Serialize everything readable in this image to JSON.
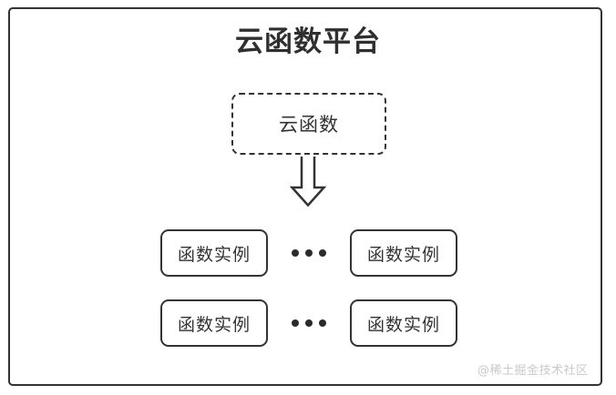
{
  "diagram": {
    "title": "云函数平台",
    "frame": {
      "border_color": "#333333",
      "background": "#ffffff"
    },
    "cloud_function": {
      "label": "云函数",
      "border_style": "dashed",
      "border_color": "#333333"
    },
    "arrow": {
      "direction": "down",
      "style": "hollow-block",
      "color": "#333333"
    },
    "instance_rows": [
      {
        "left_label": "函数实例",
        "ellipsis": "...",
        "right_label": "函数实例"
      },
      {
        "left_label": "函数实例",
        "ellipsis": "...",
        "right_label": "函数实例"
      }
    ],
    "watermark": "@稀土掘金技术社区"
  }
}
